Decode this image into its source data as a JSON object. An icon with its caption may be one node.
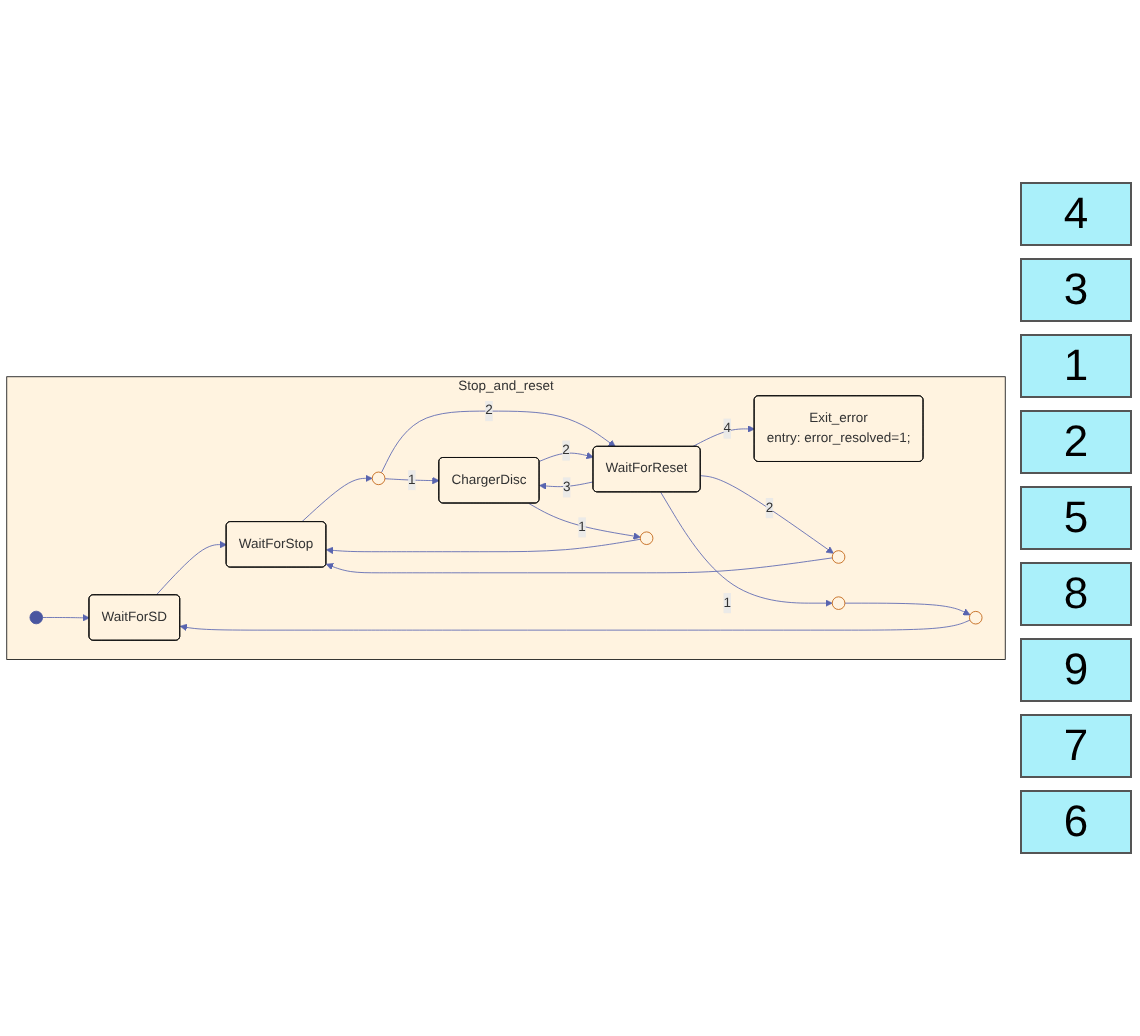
{
  "diagram": {
    "nodes": [
      {
        "text": [
          "Stop_and_reset"
        ]
      },
      {
        "text": [],
        "shape": "circle",
        "in": 0
      },
      {
        "text": [
          "WaitForSD"
        ],
        "in": 0
      },
      {
        "text": [
          "WaitForStop"
        ],
        "in": 0
      },
      {
        "text": [
          "ChargerDisc"
        ],
        "in": 0
      },
      {
        "text": [
          "Exit_error",
          "entry: error_resolved=1;"
        ],
        "in": 0
      },
      {
        "text": [
          "WaitForReset"
        ],
        "in": 0
      },
      {
        "text": [],
        "shape": "circle",
        "in": 0
      },
      {
        "text": [],
        "shape": "circle",
        "in": 0
      },
      {
        "text": [],
        "shape": "circle",
        "in": 0
      },
      {
        "text": [],
        "shape": "circle",
        "in": 0
      },
      {
        "text": [],
        "shape": "circle",
        "in": 0
      }
    ],
    "edges": [
      {
        "from": 1,
        "to": 2,
        "arrow": "to"
      },
      {
        "from": 2,
        "to": 3,
        "arrow": "to"
      },
      {
        "from": 3,
        "to": 8,
        "arrow": "to"
      },
      {
        "from": 8,
        "to": 4,
        "label": "1",
        "arrow": "to"
      },
      {
        "from": 8,
        "to": 6,
        "label": "2",
        "arrow": "to"
      },
      {
        "from": 4,
        "to": 7,
        "label": "1",
        "arrow": "to"
      },
      {
        "from": 7,
        "to": 3,
        "arrow": "to"
      },
      {
        "from": 4,
        "to": 6,
        "label": "2",
        "arrow": "to"
      },
      {
        "from": 6,
        "to": 4,
        "label": "3",
        "arrow": "to"
      },
      {
        "from": 6,
        "to": 5,
        "label": "4",
        "arrow": "to"
      },
      {
        "from": 6,
        "to": 9,
        "label": "2",
        "arrow": "to"
      },
      {
        "from": 9,
        "to": 3,
        "arrow": "to"
      },
      {
        "from": 6,
        "to": 10,
        "label": "1",
        "arrow": "to"
      },
      {
        "from": 10,
        "to": 11,
        "arrow": "to"
      },
      {
        "from": 11,
        "to": 2,
        "arrow": "to"
      }
    ],
    "labels": [
      "4",
      "3",
      "1",
      "2",
      "5",
      "8",
      "9",
      "7",
      "6"
    ]
  }
}
